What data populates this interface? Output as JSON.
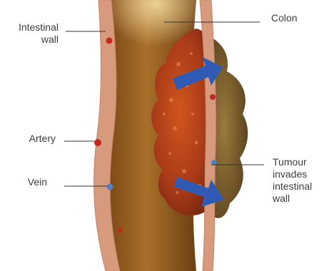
{
  "labels": {
    "intestinal_wall": [
      "Intestinal",
      "wall"
    ],
    "colon": "Colon",
    "artery": "Artery",
    "vein": "Vein",
    "tumour": [
      "Tumour",
      "invades",
      "intestinal",
      "wall"
    ]
  },
  "colors": {
    "wall": "#d79a7c",
    "wall_edge": "#c48468",
    "lumen": "#8f5a1e",
    "lumen_light": "#d9b36a",
    "tumour": "#b8461c",
    "tumour_outer": "#7a5a2a",
    "arrow": "#2f5bb5",
    "artery": "#c22a1e",
    "vein": "#4f7fc4",
    "leader_line": "#333333",
    "text": "#3c3c3c"
  },
  "icons": {
    "invasion_arrow": "arrow-right-icon"
  }
}
